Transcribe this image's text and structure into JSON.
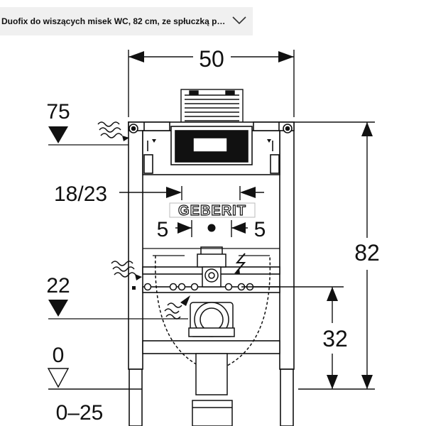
{
  "header": {
    "title": "Duofix do wiszących misek WC, 82 cm, ze spłuczką p…",
    "expand_icon": "chevron-down-icon"
  },
  "diagram": {
    "width_label": "50",
    "top_left_label": "75",
    "inner_width_label": "18/23",
    "brand_label": "GEBERIT",
    "offset_left_label": "5",
    "offset_right_label": "5",
    "height_label": "82",
    "mid_left_label": "22",
    "lower_height_label": "32",
    "floor_label": "0",
    "floor_range_label": "0–25"
  }
}
